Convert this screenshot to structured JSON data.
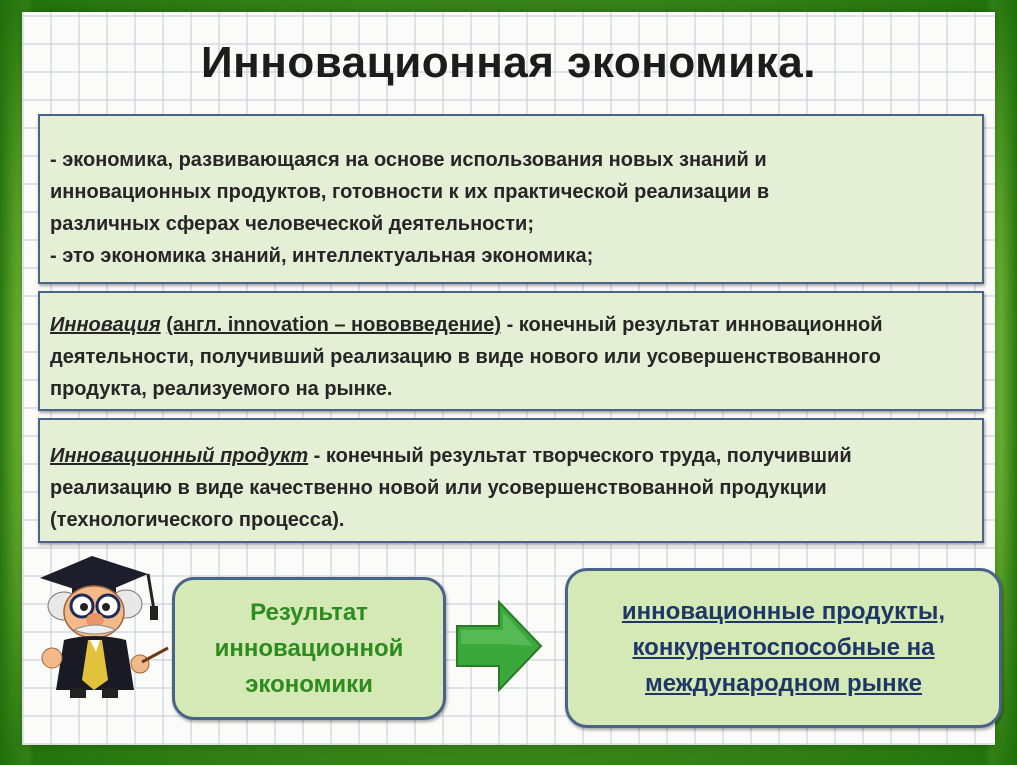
{
  "title": "Инновационная экономика.",
  "definition_card": {
    "lines": [
      "- экономика, развивающаяся на основе использования новых знаний и",
      "инновационных продуктов, готовности к их практической реализации в",
      "различных сферах человеческой деятельности;",
      "- это экономика знаний, интеллектуальная экономика;"
    ]
  },
  "innovation_card": {
    "term": "Инновация",
    "term_note": "(англ. innovation – нововведение)",
    "line1_rest": " - конечный результат инновационной",
    "line2": "деятельности, получивший реализацию в виде нового или усовершенствованного",
    "line3": "продукта, реализуемого на рынке."
  },
  "product_card": {
    "term": "Инновационный продукт",
    "line1_rest": " - конечный результат творческого труда, получивший",
    "line2": "реализацию в виде качественно новой или усовершенствованной продукции",
    "line3": "(технологического процесса)."
  },
  "result_box": {
    "lines": [
      "Результат",
      "инновационной",
      "экономики"
    ]
  },
  "products_box": {
    "lines": [
      "инновационные продукты,",
      "конкурентоспособные на",
      "международном рынке"
    ]
  },
  "colors": {
    "card_bg": "#e5efd6",
    "border": "#4a6388",
    "result_text": "#2e8b1e",
    "products_text": "#1f3766",
    "arrow": "#3aa83a"
  },
  "icons": {
    "arrow": "right-arrow-icon",
    "mascot": "professor-mascot-icon"
  }
}
